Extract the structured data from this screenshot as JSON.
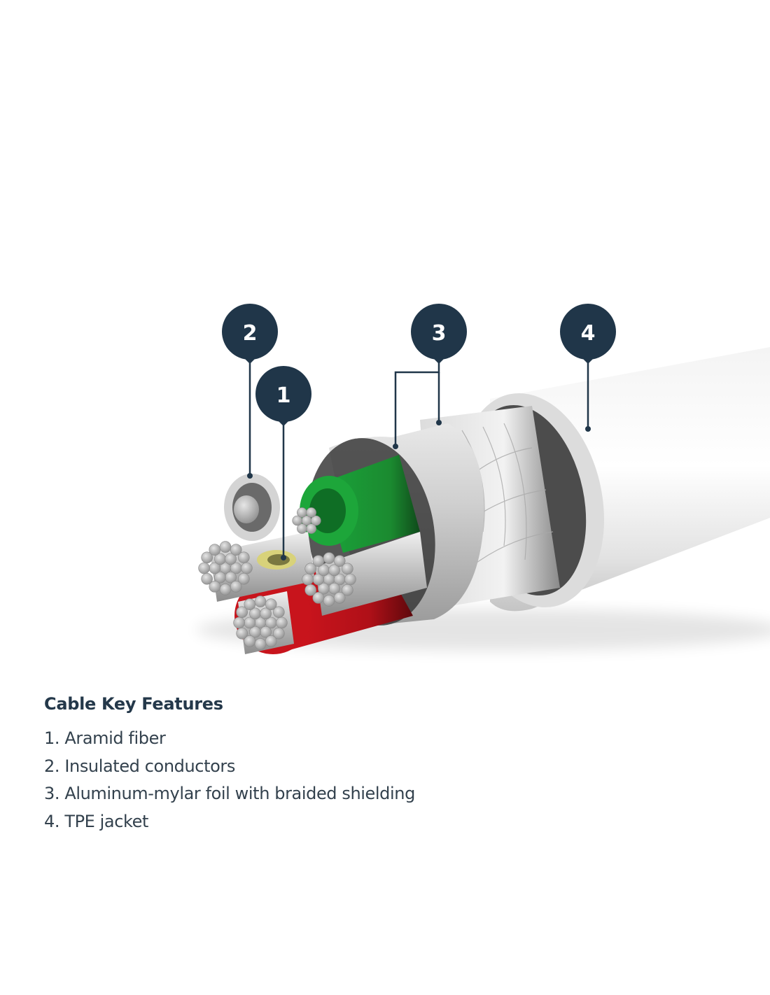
{
  "colors": {
    "callout": "#203649",
    "insulation_green": "#1f9a35",
    "insulation_red": "#c8141c",
    "aramid_yellow": "#d8d27a",
    "jacket": "#e6e6e6",
    "foil": "#c9c9c9",
    "text_dark": "#2a3a48"
  },
  "callouts": [
    {
      "id": "1",
      "label": "1",
      "feature": "Aramid fiber"
    },
    {
      "id": "2",
      "label": "2",
      "feature": "Insulated conductors"
    },
    {
      "id": "3",
      "label": "3",
      "feature": "Aluminum-mylar foil with braided shielding"
    },
    {
      "id": "4",
      "label": "4",
      "feature": "TPE jacket"
    }
  ],
  "legend": {
    "title": "Cable Key Features",
    "items": [
      "1. Aramid fiber",
      "2. Insulated conductors",
      "3. Aluminum-mylar foil with braided shielding",
      "4. TPE jacket"
    ]
  }
}
